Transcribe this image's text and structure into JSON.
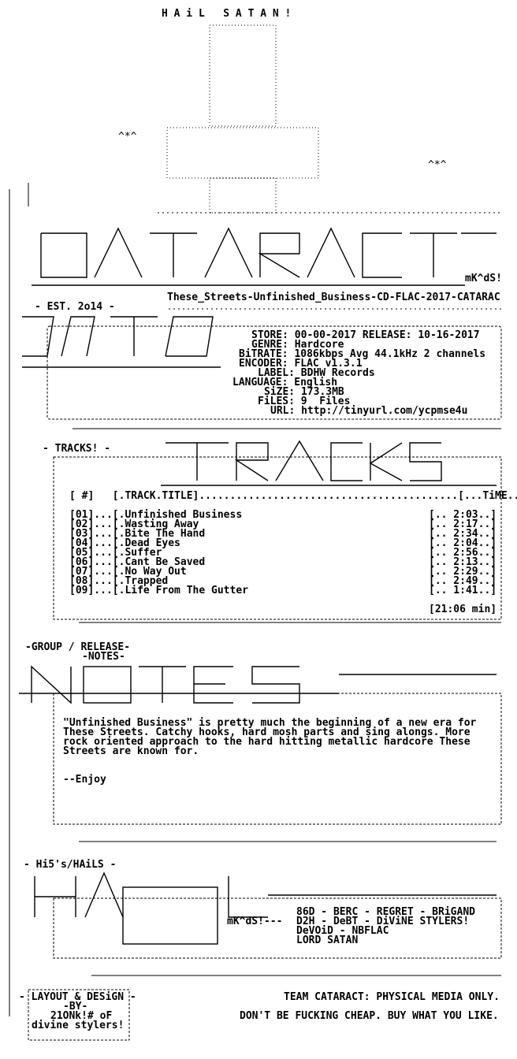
{
  "header": {
    "title": "H A i L   S A T A N !",
    "release_name": "These_Streets-Unfinished_Business-CD-FLAC-2017-CATARAC",
    "signature": "mK^dS!",
    "est": "- EST. 2o14 -",
    "decoration_left": "^*^",
    "decoration_right": "^*^"
  },
  "info": {
    "store": "STORE: 00-00-2017 RELEASE: 10-16-2017",
    "genre": "GENRE: Hardcore",
    "bitrate": "BiTRATE: 1086kbps Avg 44.1kHz 2 channels",
    "encoder": "ENCODER: FLAC v1.3.1",
    "label": "LABEL: BDHW Records",
    "language": "LANGUAGE: English",
    "size": "SiZE: 173.3MB",
    "files": "FiLES: 9  Files",
    "url": "URL: http://tinyurl.com/ycpmse4u"
  },
  "tracks": {
    "heading": "- TRACKS! -",
    "col_header": "[ #]   [.TRACK.TITLE]..........................................[...TiME...]",
    "items": [
      {
        "num": "[01]",
        "title": "Unfinished Business",
        "time": "2:03"
      },
      {
        "num": "[02]",
        "title": "Wasting Away",
        "time": "2:17"
      },
      {
        "num": "[03]",
        "title": "Bite The Hand",
        "time": "2:34"
      },
      {
        "num": "[04]",
        "title": "Dead Eyes",
        "time": "2:04"
      },
      {
        "num": "[05]",
        "title": "Suffer",
        "time": "2:56"
      },
      {
        "num": "[06]",
        "title": "Cant Be Saved",
        "time": "2:13"
      },
      {
        "num": "[07]",
        "title": "No Way Out",
        "time": "2:29"
      },
      {
        "num": "[08]",
        "title": "Trapped",
        "time": "2:49"
      },
      {
        "num": "[09]",
        "title": "Life From The Gutter",
        "time": "1:41"
      }
    ],
    "total": "[21:06 min]"
  },
  "notes": {
    "heading1": "-GROUP / RELEASE-",
    "heading2": "-NOTES-",
    "line1": "\"Unfinished Business\" is pretty much the beginning of a new era for",
    "line2": "These Streets. Catchy hooks, hard mosh parts and sing alongs. More",
    "line3": "rock oriented approach to the hard hitting metallic hardcore These",
    "line4": "Streets are known for.",
    "sign": "--Enjoy"
  },
  "hails": {
    "heading": "- Hi5's/HAiLS -",
    "signature": "mK^dS!---",
    "line1": "86D - BERC - REGRET - BRiGAND",
    "line2": "D2H - DeBT - DiViNE STYLERS!",
    "line3": "DeVOiD - NBFLAC",
    "line4": "LORD SATAN"
  },
  "footer": {
    "layout_title": "- LAYOUT & DESiGN -",
    "by": "-BY-",
    "author1": "21ONk!# oF",
    "author2": "divine stylers!",
    "team": "TEAM CATARACT: PHYSICAL MEDIA ONLY.",
    "slogan": "DON'T BE FUCKING CHEAP. BUY WHAT YOU LIKE."
  }
}
